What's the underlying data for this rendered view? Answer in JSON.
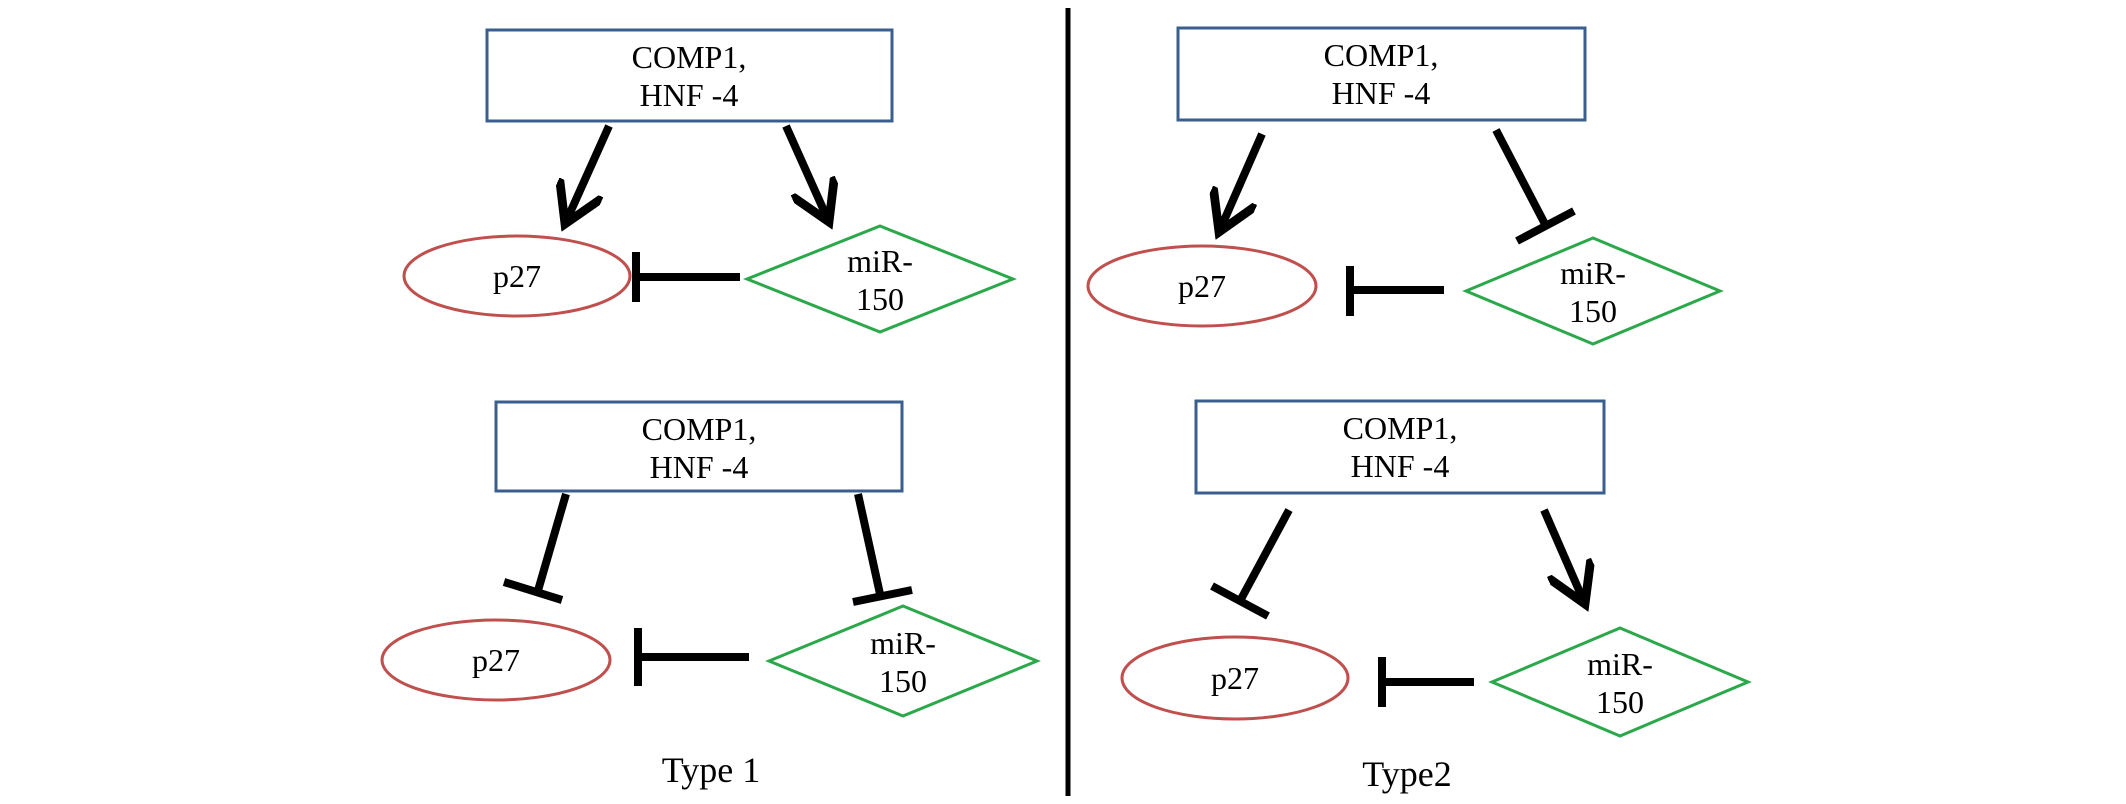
{
  "node_labels": {
    "regulator_line1": "COMP1,",
    "regulator_line2": "HNF -4",
    "p27": "p27",
    "mir_line1": "miR-",
    "mir_line2": "150"
  },
  "captions": {
    "left": "Type 1",
    "right": "Type2"
  },
  "colors": {
    "regulator_border": "#3a5f8f",
    "p27_border": "#c0504d",
    "mir_border": "#2aa84a",
    "edge": "#000000"
  },
  "panels": [
    {
      "id": "type1-top",
      "regulator_to_p27": "activation",
      "regulator_to_mir150": "activation",
      "mir150_to_p27": "inhibition"
    },
    {
      "id": "type1-bottom",
      "regulator_to_p27": "inhibition",
      "regulator_to_mir150": "inhibition",
      "mir150_to_p27": "inhibition"
    },
    {
      "id": "type2-top",
      "regulator_to_p27": "activation",
      "regulator_to_mir150": "inhibition",
      "mir150_to_p27": "inhibition"
    },
    {
      "id": "type2-bottom",
      "regulator_to_p27": "inhibition",
      "regulator_to_mir150": "activation",
      "mir150_to_p27": "inhibition"
    }
  ]
}
